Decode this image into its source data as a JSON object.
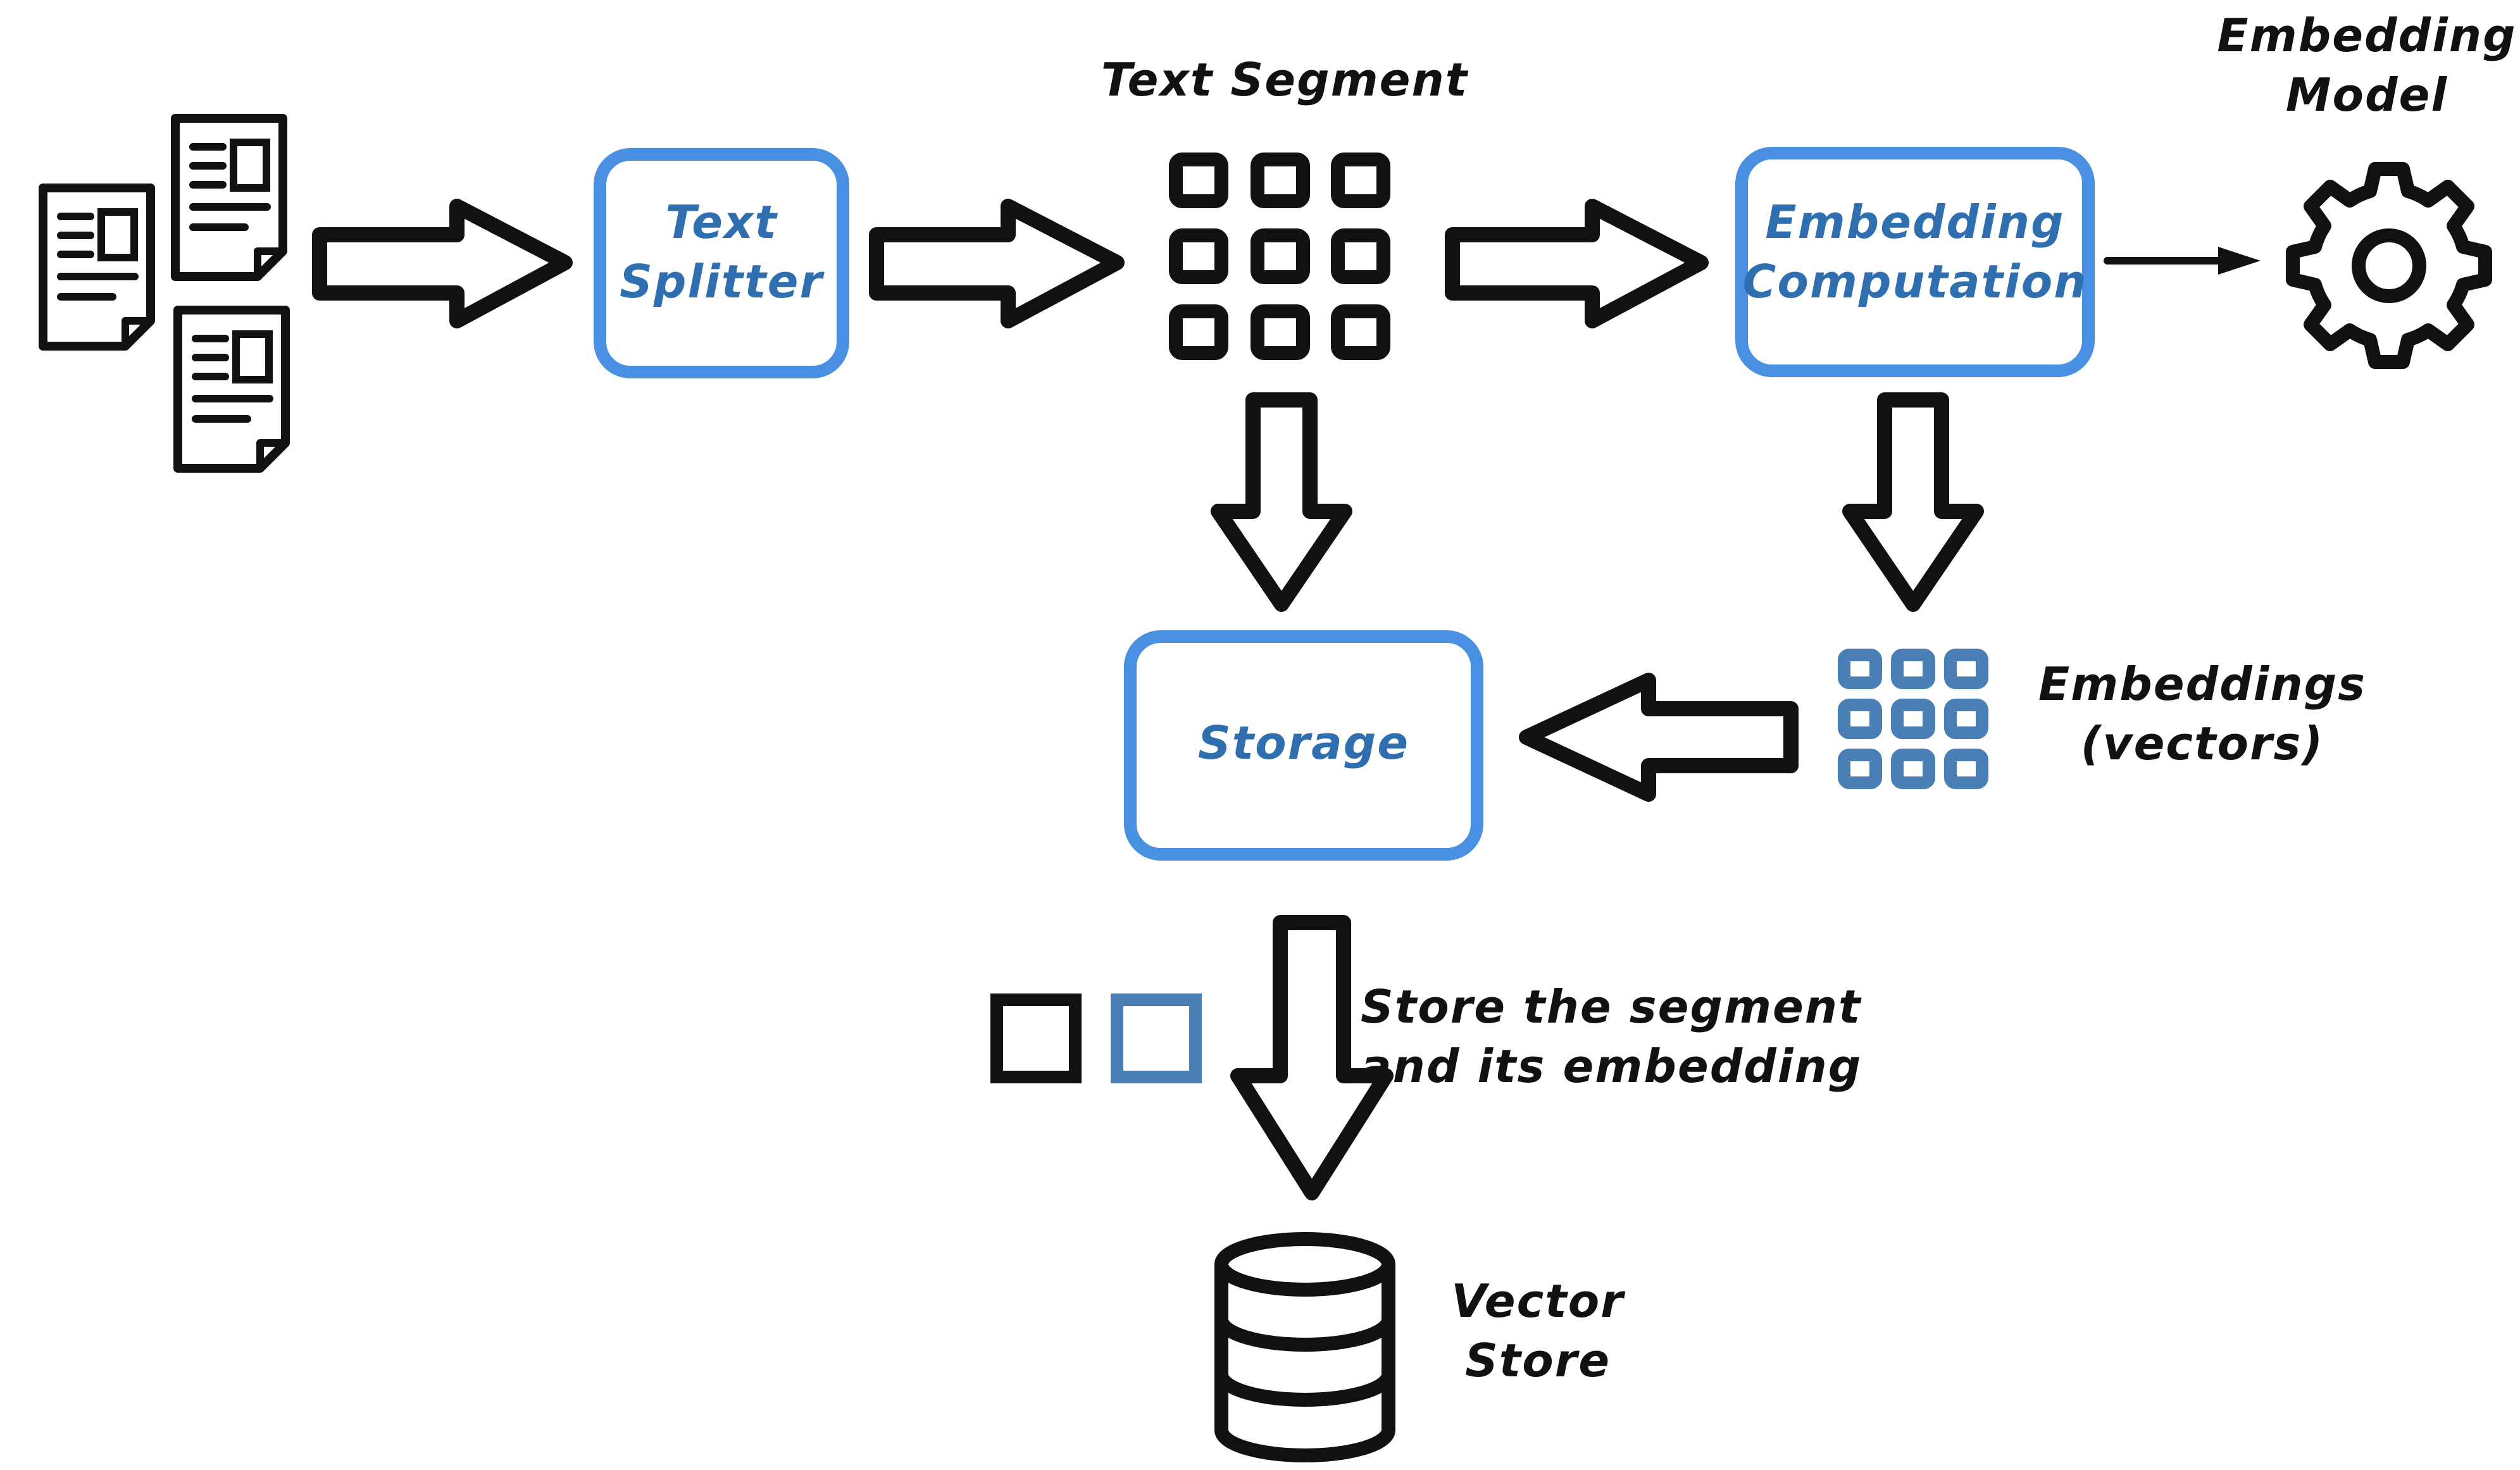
{
  "diagram": {
    "nodes": {
      "documents": {
        "icon": "documents-icon"
      },
      "text_splitter": {
        "label_line1": "Text",
        "label_line2": "Splitter"
      },
      "text_segment": {
        "label": "Text Segment",
        "icon": "segment-grid-icon"
      },
      "embedding_computation": {
        "label_line1": "Embedding",
        "label_line2": "Computation"
      },
      "embedding_model": {
        "label_line1": "Embedding",
        "label_line2": "Model",
        "icon": "gear-icon"
      },
      "embeddings": {
        "label_line1": "Embeddings",
        "label_line2": "(vectors)",
        "icon": "vector-grid-icon"
      },
      "storage": {
        "label": "Storage"
      },
      "store_step": {
        "label_line1": "Store the segment",
        "label_line2": "and its embedding"
      },
      "vector_store": {
        "label_line1": "Vector",
        "label_line2": "Store",
        "icon": "database-icon"
      }
    },
    "colors": {
      "box_border": "#4a90e2",
      "box_text": "#2f6fb0",
      "vector_blue": "#4a7fb5",
      "ink": "#111111"
    }
  }
}
